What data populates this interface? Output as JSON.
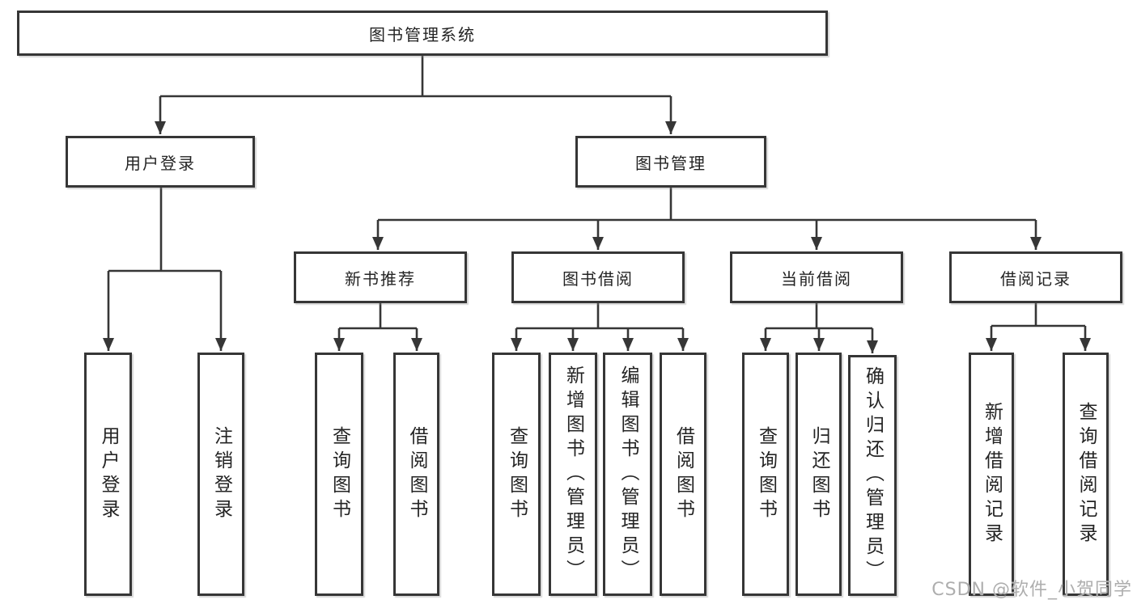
{
  "diagram": {
    "title": "图书管理系统",
    "line_color": "#363636",
    "nodes": {
      "root": {
        "label": "图书管理系统"
      },
      "user_login": {
        "label": "用户登录"
      },
      "book_management": {
        "label": "图书管理"
      },
      "new_book_recommend": {
        "label": "新书推荐"
      },
      "book_borrowing": {
        "label": "图书借阅"
      },
      "current_borrowing": {
        "label": "当前借阅"
      },
      "borrowing_records": {
        "label": "借阅记录"
      },
      "leaf_user_login": {
        "label": "用户登录"
      },
      "leaf_logout": {
        "label": "注销登录"
      },
      "leaf_recommend_query_books": {
        "label": "查询图书"
      },
      "leaf_recommend_borrow_books": {
        "label": "借阅图书"
      },
      "leaf_borrowing_query_books": {
        "label": "查询图书"
      },
      "leaf_borrowing_add_books": {
        "label": "新增图书（管理员）"
      },
      "leaf_borrowing_edit_books": {
        "label": "编辑图书（管理员）"
      },
      "leaf_borrowing_borrow_books": {
        "label": "借阅图书"
      },
      "leaf_current_query_books": {
        "label": "查询图书"
      },
      "leaf_current_return_books": {
        "label": "归还图书"
      },
      "leaf_current_confirm_return": {
        "label": "确认归还（管理员）"
      },
      "leaf_records_add_record": {
        "label": "新增借阅记录"
      },
      "leaf_records_query_record": {
        "label": "查询借阅记录"
      }
    }
  },
  "watermark": {
    "text": "CSDN @软件_小贺同学"
  }
}
